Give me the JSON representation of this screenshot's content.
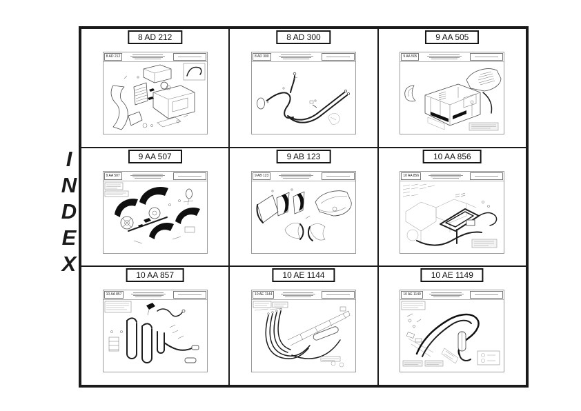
{
  "page": {
    "title_letters": [
      "I",
      "N",
      "D",
      "E",
      "X"
    ]
  },
  "colors": {
    "ink": "#111111",
    "paper": "#ffffff",
    "thumb_border": "#999999"
  },
  "cells": [
    {
      "code": "8 AD 212",
      "subject": "heating-and-air-ducting"
    },
    {
      "code": "8 AD 300",
      "subject": "hose-routing"
    },
    {
      "code": "9 AA 505",
      "subject": "cab-platform-and-hood"
    },
    {
      "code": "9 AA 507",
      "subject": "fenders"
    },
    {
      "code": "9 AB 123",
      "subject": "body-panels"
    },
    {
      "code": "10 AA 856",
      "subject": "hydraulic-lines"
    },
    {
      "code": "10 AA 857",
      "subject": "hydraulic-hoses"
    },
    {
      "code": "10 AE 1144",
      "subject": "loader-arm-hydraulics"
    },
    {
      "code": "10 AE 1149",
      "subject": "backhoe-hydraulics"
    }
  ]
}
